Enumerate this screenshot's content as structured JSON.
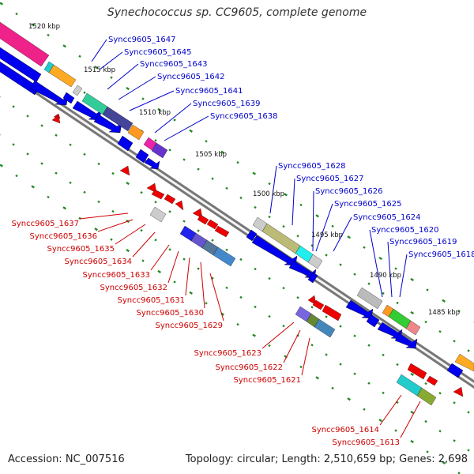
{
  "title": "Synechococcus sp. CC9605, complete genome",
  "accession_text": "Accession: NC_007516",
  "topology_text": "Topology: circular; Length: 2,510,659 bp; Genes: 2,698",
  "colors": {
    "backbone": "#888888",
    "forward_gene": "#0000ee",
    "reverse_gene": "#ee0000",
    "tick": "#228822",
    "label_blue": "#0000cc",
    "label_red": "#cc0000"
  },
  "scale_labels": [
    "1520 kbp",
    "1515 kbp",
    "1510 kbp",
    "1505 kbp",
    "1500 kbp",
    "1495 kbp",
    "1490 kbp",
    "1485 kbp"
  ],
  "upper_labels": [
    "Syncc9605_1647",
    "Syncc9605_1645",
    "Syncc9605_1643",
    "Syncc9605_1642",
    "Syncc9605_1641",
    "Syncc9605_1639",
    "Syncc9605_1638",
    "Syncc9605_1628",
    "Syncc9605_1627",
    "Syncc9605_1626",
    "Syncc9605_1625",
    "Syncc9605_1624",
    "Syncc9605_1620",
    "Syncc9605_1619",
    "Syncc9605_1618"
  ],
  "lower_labels": [
    "Syncc9605_1637",
    "Syncc9605_1636",
    "Syncc9605_1635",
    "Syncc9605_1634",
    "Syncc9605_1633",
    "Syncc9605_1632",
    "Syncc9605_1631",
    "Syncc9605_1630",
    "Syncc9605_1629",
    "Syncc9605_1623",
    "Syncc9605_1622",
    "Syncc9605_1621",
    "Syncc9605_1614",
    "Syncc9605_1613"
  ]
}
